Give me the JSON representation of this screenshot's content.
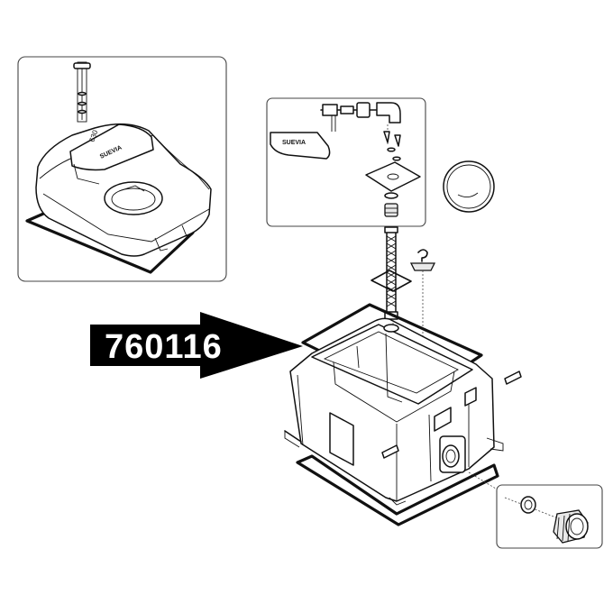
{
  "callout": {
    "part_number": "760116"
  },
  "labels": {
    "brand_detail": "SUEVIA",
    "brand_cover": "SUEVIA",
    "model_code": "630"
  },
  "colors": {
    "ink": "#111111",
    "arrow": "#000000",
    "callout_text": "#ffffff",
    "background": "#ffffff"
  }
}
